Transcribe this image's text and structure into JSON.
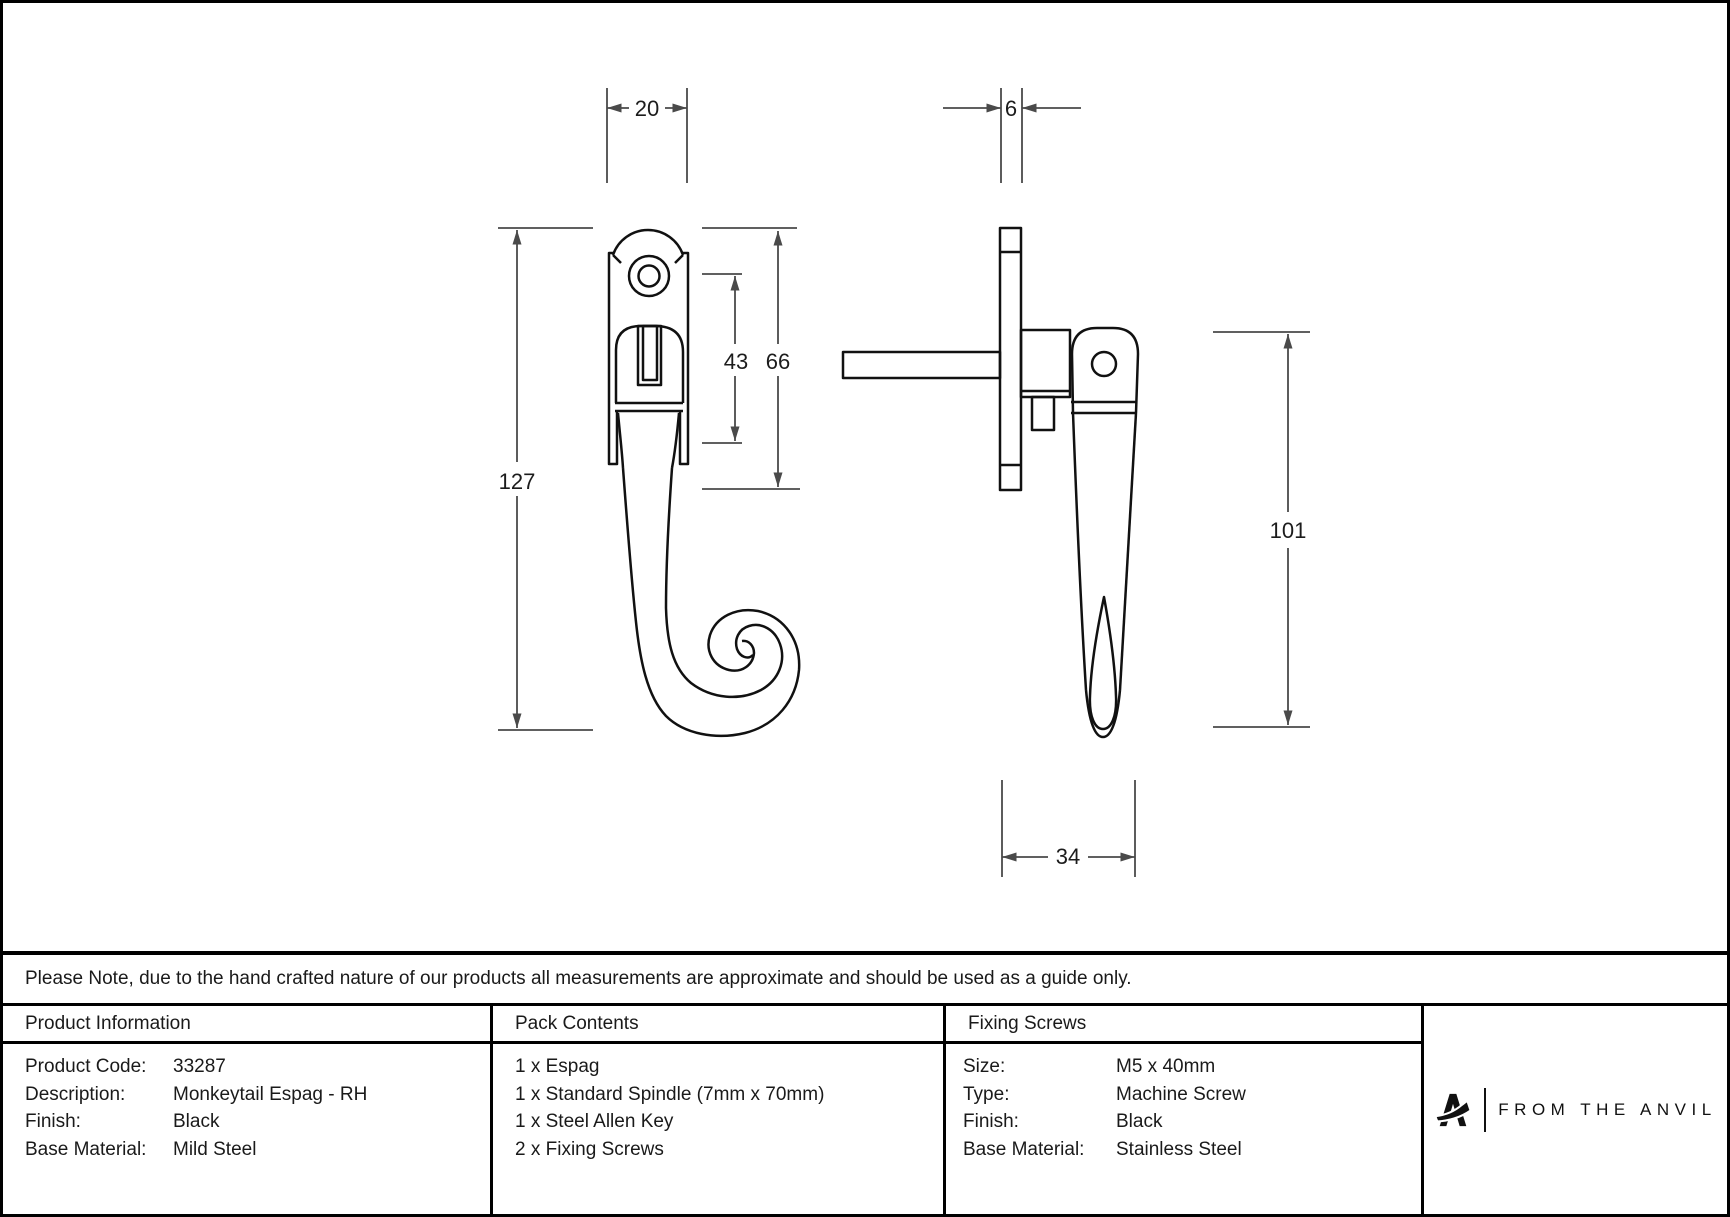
{
  "colors": {
    "background": "#ffffff",
    "border": "#000000",
    "part_line": "#111111",
    "dimension_line": "#4a4a4a",
    "text": "#1a1a1a"
  },
  "drawing": {
    "dimensions": {
      "front_width": "20",
      "side_thickness": "6",
      "front_length": "127",
      "plate_height": "66",
      "hole_span": "43",
      "handle_length": "101",
      "projection": "34"
    }
  },
  "note": "Please Note, due to the hand crafted nature of our products all measurements are approximate and should be used as a guide only.",
  "table": {
    "product_information": {
      "title": "Product Information",
      "rows": [
        {
          "label": "Product Code:",
          "value": "33287"
        },
        {
          "label": "Description:",
          "value": "Monkeytail Espag - RH"
        },
        {
          "label": "Finish:",
          "value": "Black"
        },
        {
          "label": "Base Material:",
          "value": "Mild Steel"
        }
      ]
    },
    "pack_contents": {
      "title": "Pack Contents",
      "items": [
        "1 x Espag",
        "1 x Standard Spindle (7mm x 70mm)",
        "1 x Steel Allen Key",
        "2 x Fixing Screws"
      ]
    },
    "fixing_screws": {
      "title": "Fixing Screws",
      "rows": [
        {
          "label": "Size:",
          "value": "M5 x 40mm"
        },
        {
          "label": "Type:",
          "value": "Machine Screw"
        },
        {
          "label": "Finish:",
          "value": "Black"
        },
        {
          "label": "Base Material:",
          "value": "Stainless Steel"
        }
      ]
    },
    "brand": {
      "name": "FROM THE ANVIL"
    }
  }
}
